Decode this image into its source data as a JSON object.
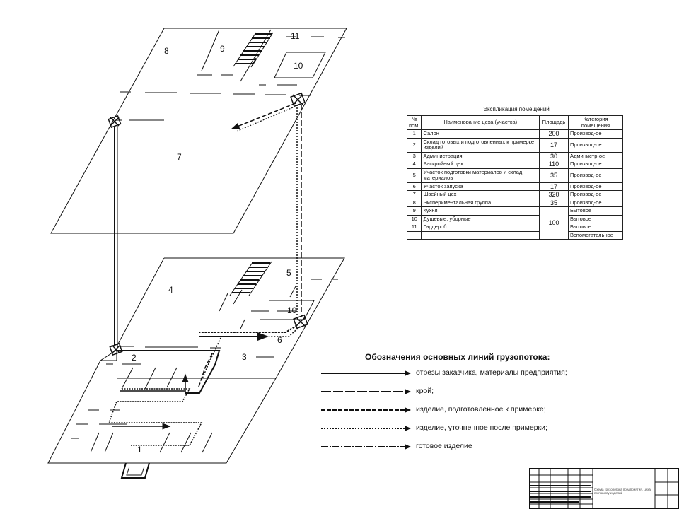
{
  "room_labels": {
    "r1": "1",
    "r2": "2",
    "r3": "3",
    "r4": "4",
    "r5": "5",
    "r6": "6",
    "r7": "7",
    "r8": "8",
    "r9": "9",
    "r10_upper": "10",
    "r11": "11",
    "r10_lower": "10"
  },
  "explication": {
    "title": "Экспликация помещений",
    "headers": [
      "№ пом.",
      "Наименование цеха (участка)",
      "Площадь",
      "Категория помещения"
    ],
    "rows": [
      {
        "num": "1",
        "name": "Салон",
        "area": "200",
        "category": "Производ-ое"
      },
      {
        "num": "2",
        "name": "Склад готовых и подготовленных к примерке изделий",
        "area": "17",
        "category": "Производ-ое"
      },
      {
        "num": "3",
        "name": "Администрация",
        "area": "30",
        "category": "Администр-ое"
      },
      {
        "num": "4",
        "name": "Раскройный цех",
        "area": "110",
        "category": "Производ-ое"
      },
      {
        "num": "5",
        "name": "Участок подготовки материалов и склад материалов",
        "area": "35",
        "category": "Производ-ое"
      },
      {
        "num": "6",
        "name": "Участок запуска",
        "area": "17",
        "category": "Производ-ое"
      },
      {
        "num": "7",
        "name": "Швейный цех",
        "area": "320",
        "category": "Производ-ое"
      },
      {
        "num": "8",
        "name": "Экспериментальная группа",
        "area": "35",
        "category": "Производ-ое"
      }
    ],
    "group_rows": [
      {
        "num": "9",
        "name": "Кухня",
        "category": "Бытовое"
      },
      {
        "num": "10",
        "name": "Душевые, уборные",
        "category": "Бытовое"
      },
      {
        "num": "11",
        "name": "Гардероб",
        "category": "Бытовое"
      }
    ],
    "group_area": "100",
    "extra_category": "Вспомогательное"
  },
  "legend": {
    "title": "Обозначения основных линий грузопотока:",
    "items": [
      {
        "style": "solid",
        "label": "отрезы заказчика, материалы предприятия;"
      },
      {
        "style": "long-dash",
        "label": "крой;"
      },
      {
        "style": "dash",
        "label": "изделие, подготовленное к примерке;"
      },
      {
        "style": "dotted",
        "label": "изделие, уточненное после примерки;"
      },
      {
        "style": "dash-dot",
        "label": "готовое изделие"
      }
    ]
  },
  "title_block": {
    "caption": "Схема грузопотока предприятия, цеха по пошиву изделий"
  }
}
